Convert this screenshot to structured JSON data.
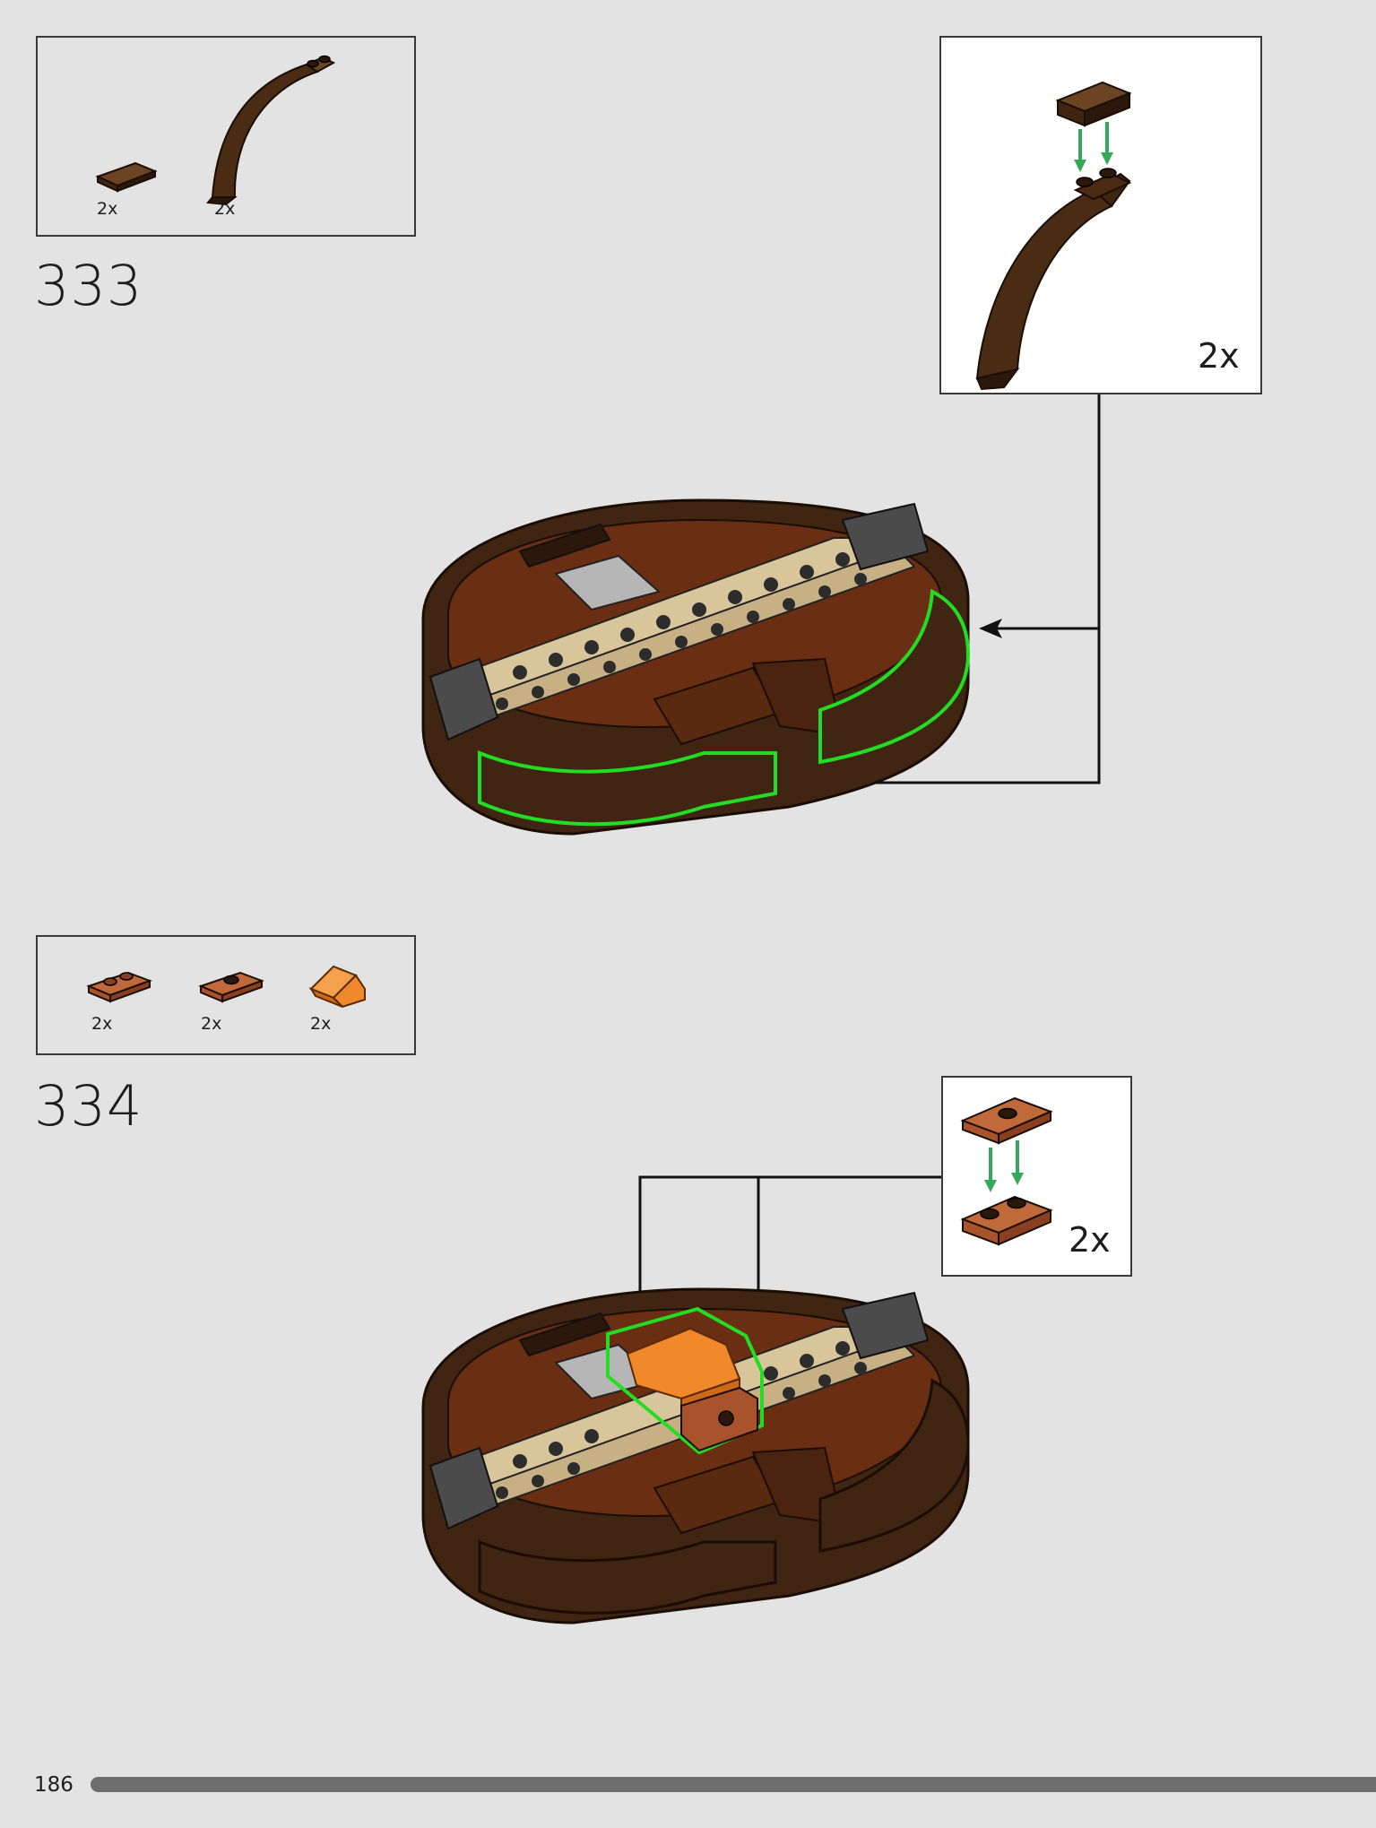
{
  "steps": [
    {
      "number": "333",
      "parts": [
        {
          "qty": "2x",
          "icon": "dark-brown-plate-1x2"
        },
        {
          "qty": "2x",
          "icon": "dark-brown-arch-curve"
        }
      ],
      "subassembly": {
        "qty": "2x"
      }
    },
    {
      "number": "334",
      "parts": [
        {
          "qty": "2x",
          "icon": "reddish-brown-plate-1x2"
        },
        {
          "qty": "2x",
          "icon": "reddish-brown-jumper-plate"
        },
        {
          "qty": "2x",
          "icon": "orange-slope"
        }
      ],
      "subassembly": {
        "qty": "2x"
      }
    }
  ],
  "page": {
    "number": "186",
    "progress": 0.99
  },
  "colors": {
    "background": "#e3e3e3",
    "dark_brown": "#3f2512",
    "reddish_brown": "#a8532c",
    "tan": "#d9c59a",
    "dark_gray": "#555555",
    "orange": "#f0882c",
    "highlight_green": "#22dd22",
    "arrow_green": "#36a85a"
  }
}
